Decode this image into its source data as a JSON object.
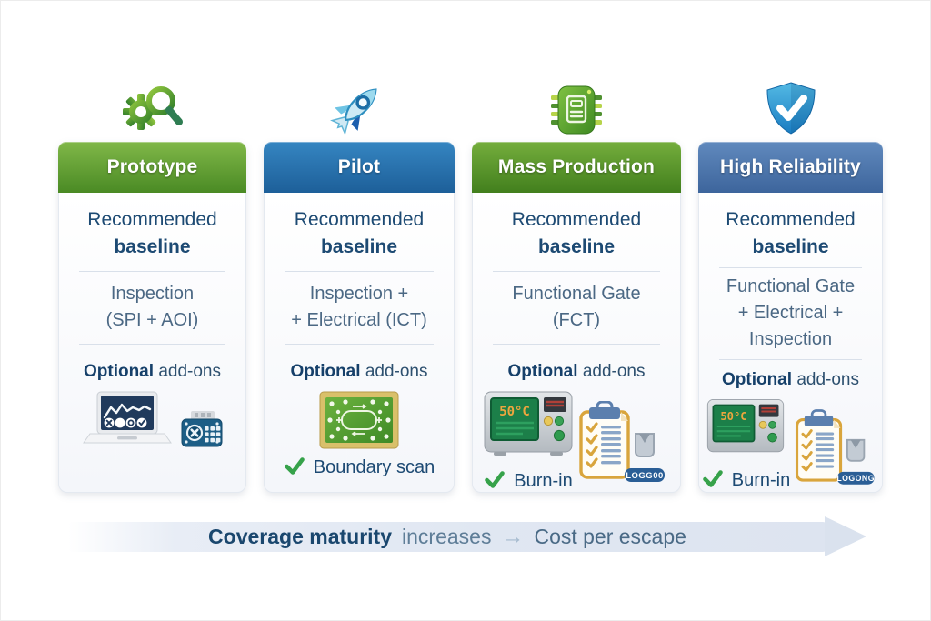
{
  "columns": [
    {
      "title": "Prototype",
      "icon": "gear-magnifier",
      "header_gradient": [
        "#80b748",
        "#4a8a24"
      ],
      "baseline_line1": "Recommended",
      "baseline_line2": "baseline",
      "method": "Inspection\n(SPI + AOI)",
      "optional_bold": "Optional",
      "optional_rest": "add-ons",
      "check_label": ""
    },
    {
      "title": "Pilot",
      "icon": "rocket",
      "header_gradient": [
        "#3585c1",
        "#1d5f99"
      ],
      "baseline_line1": "Recommended",
      "baseline_line2": "baseline",
      "method": "Inspection +\n+ Electrical (ICT)",
      "optional_bold": "Optional",
      "optional_rest": "add-ons",
      "check_label": "Boundary scan"
    },
    {
      "title": "Mass Production",
      "icon": "chip",
      "header_gradient": [
        "#74ad3c",
        "#427f1d"
      ],
      "baseline_line1": "Recommended",
      "baseline_line2": "baseline",
      "method": "Functional Gate\n(FCT)",
      "optional_bold": "Optional",
      "optional_rest": "add-ons",
      "oven_display": "50°C",
      "badge": "LOGG00",
      "check_label": "Burn-in"
    },
    {
      "title": "High Reliability",
      "icon": "shield-check",
      "header_gradient": [
        "#6089bd",
        "#3d659c"
      ],
      "baseline_line1": "Recommended",
      "baseline_line2": "baseline",
      "method": "Functional Gate\n+ Electrical +\nInspection",
      "optional_bold": "Optional",
      "optional_rest": "add-ons",
      "oven_display": "50°C",
      "badge": "LOGONG",
      "check_label": "Burn-in"
    }
  ],
  "footer": {
    "bold": "Coverage maturity",
    "normal": "increases",
    "arrow": "→",
    "tail": "Cost per escape"
  },
  "colors": {
    "body_text": "#1d4a73",
    "method_text": "#4b6884",
    "check_green": "#36a24a",
    "arrow_band": "#dde4f0"
  }
}
